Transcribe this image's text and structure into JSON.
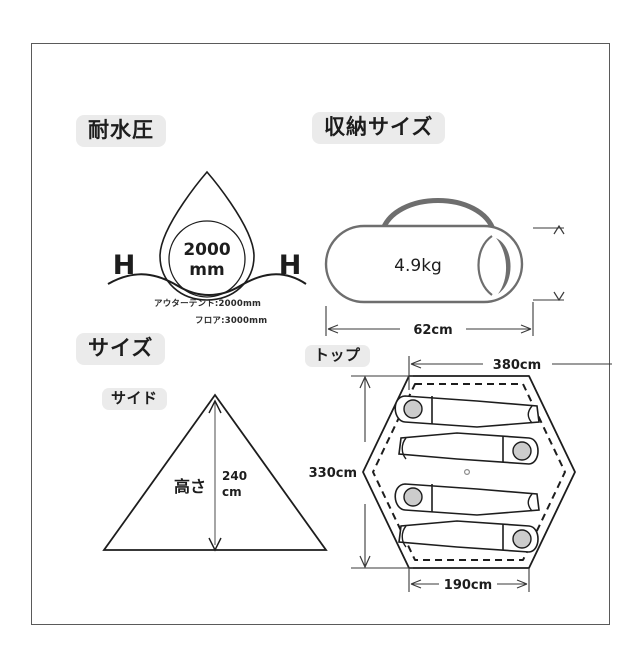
{
  "sheet": {
    "sections": [
      {
        "id": "waterproof",
        "title": "耐水圧",
        "drop_value_line1": "2000",
        "drop_value_line2": "mm",
        "left_letter": "H",
        "right_letter": "H",
        "notes": [
          "アウターテント:2000mm",
          "フロア:3000mm"
        ]
      },
      {
        "id": "storage-size",
        "title": "収納サイズ",
        "weight_label": "4.9kg",
        "length_label": "62cm",
        "height_label": ""
      },
      {
        "id": "size",
        "title": "サイズ",
        "side_chip": "サイド",
        "top_chip": "トップ",
        "side_height_label": "高さ",
        "side_height_value_line1": "240",
        "side_height_value_line2": "cm",
        "top_width_label": "380cm",
        "top_depth_label": "330cm",
        "top_bottom_label": "190cm"
      }
    ]
  },
  "colors": {
    "frame": "#5a5a5a",
    "chip_bg": "#ebebeb",
    "ink": "#1d1d1d",
    "bag_outline": "#6e6e6e",
    "bag_fill": "#ffffff",
    "pad_fill": "#cccccc",
    "dim_line": "#3a3a3a"
  }
}
